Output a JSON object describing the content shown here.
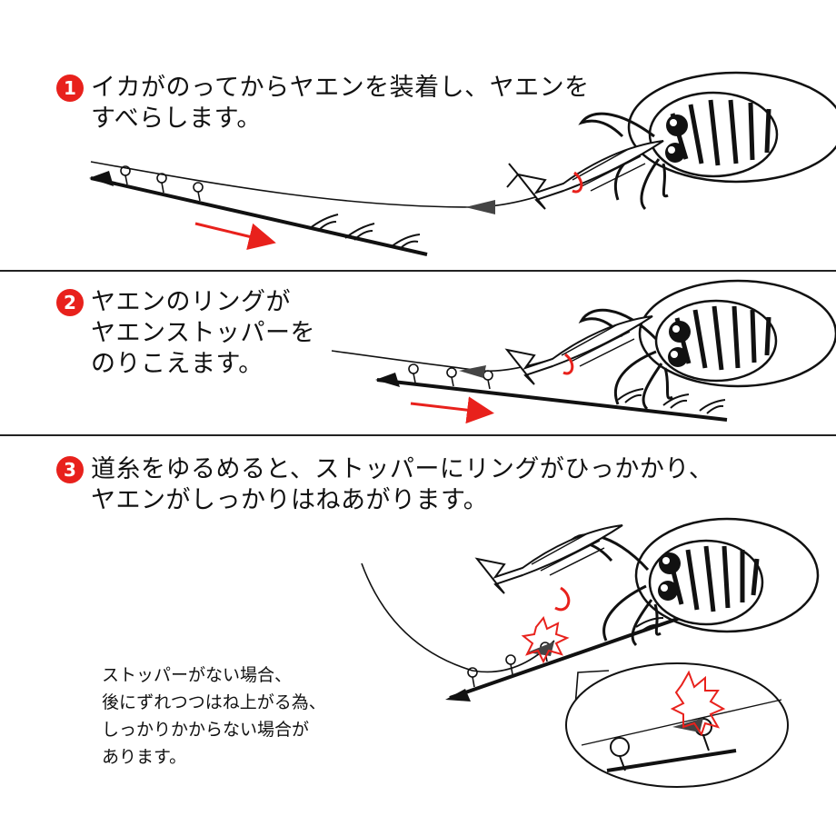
{
  "steps": [
    {
      "number": "1",
      "lines": [
        "イカがのってからヤエンを装着し、ヤエンを",
        "すべらします。"
      ]
    },
    {
      "number": "2",
      "lines": [
        "ヤエンのリングが",
        "ヤエンストッパーを",
        "のりこえます。"
      ]
    },
    {
      "number": "3",
      "lines": [
        "道糸をゆるめると、ストッパーにリングがひっかかり、",
        "ヤエンがしっかりはねあがります。"
      ]
    }
  ],
  "note": {
    "lines": [
      "ストッパーがない場合、",
      "後にずれつつはね上がる為、",
      "しっかりかからない場合が",
      "あります。"
    ]
  },
  "colors": {
    "accent": "#e8211c",
    "ink": "#111111"
  }
}
